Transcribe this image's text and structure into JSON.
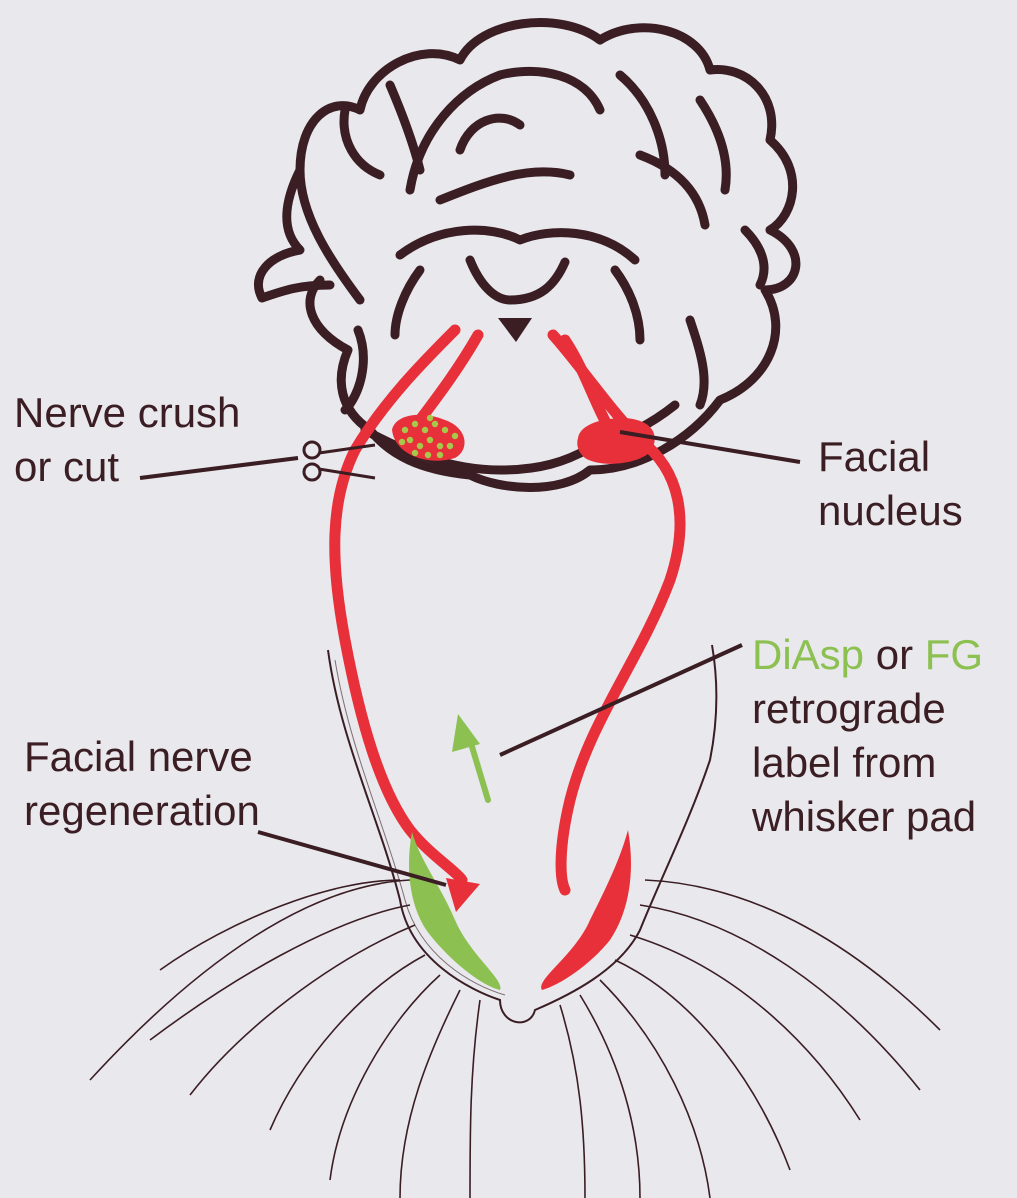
{
  "labels": {
    "nerve_crush_line1": "Nerve crush",
    "nerve_crush_line2": "or cut",
    "facial_nucleus_line1": "Facial",
    "facial_nucleus_line2": "nucleus",
    "tracer_a": "DiAsp",
    "tracer_connector": " or ",
    "tracer_b": "FG",
    "retrograde_line2": "retrograde",
    "retrograde_line3": "label from",
    "retrograde_line4": "whisker pad",
    "regeneration_line1": "Facial nerve",
    "regeneration_line2": "regeneration"
  },
  "colors": {
    "outline": "#3a1e24",
    "nerve": "#e8303a",
    "label_green": "#8cc152",
    "background": "#e9e8ec"
  },
  "icons": {
    "cut_symbol": "scissors-icon"
  }
}
